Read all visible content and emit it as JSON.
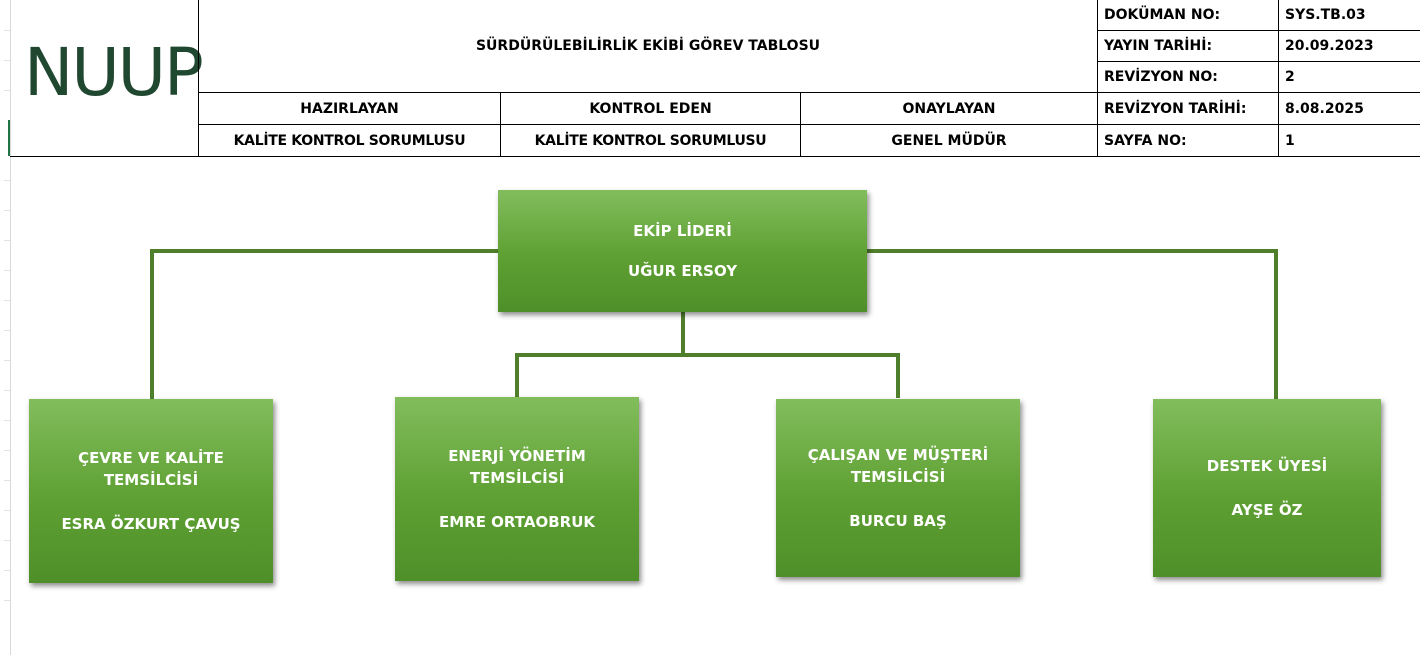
{
  "header": {
    "logo_text": "NUUP",
    "title": "SÜRDÜRÜLEBİLİRLİK EKİBİ GÖREV TABLOSU",
    "approvals": [
      {
        "role": "HAZIRLAYAN",
        "person": "KALİTE KONTROL SORUMLUSU"
      },
      {
        "role": "KONTROL EDEN",
        "person": "KALİTE KONTROL SORUMLUSU"
      },
      {
        "role": "ONAYLAYAN",
        "person": "GENEL MÜDÜR"
      }
    ],
    "doc_info": [
      {
        "label": "DOKÜMAN NO:",
        "value": "SYS.TB.03"
      },
      {
        "label": "YAYIN TARİHİ:",
        "value": "20.09.2023"
      },
      {
        "label": "REVİZYON NO:",
        "value": "2"
      },
      {
        "label": "REVİZYON TARİHİ:",
        "value": "8.08.2025"
      },
      {
        "label": "SAYFA NO:",
        "value": "1"
      }
    ]
  },
  "org": {
    "leader": {
      "title": "EKİP LİDERİ",
      "name": "UĞUR ERSOY"
    },
    "members": [
      {
        "title": "ÇEVRE VE KALİTE TEMSİLCİSİ",
        "name": "ESRA ÖZKURT ÇAVUŞ"
      },
      {
        "title": "ENERJİ YÖNETİM TEMSİLCİSİ",
        "name": "EMRE ORTAOBRUK"
      },
      {
        "title": "ÇALIŞAN VE MÜŞTERİ TEMSİLCİSİ",
        "name": "BURCU BAŞ"
      },
      {
        "title": "DESTEK ÜYESİ",
        "name": "AYŞE ÖZ"
      }
    ],
    "colors": {
      "box": "#5ea033",
      "connector": "#4f7f2a",
      "text": "#ffffff"
    }
  }
}
